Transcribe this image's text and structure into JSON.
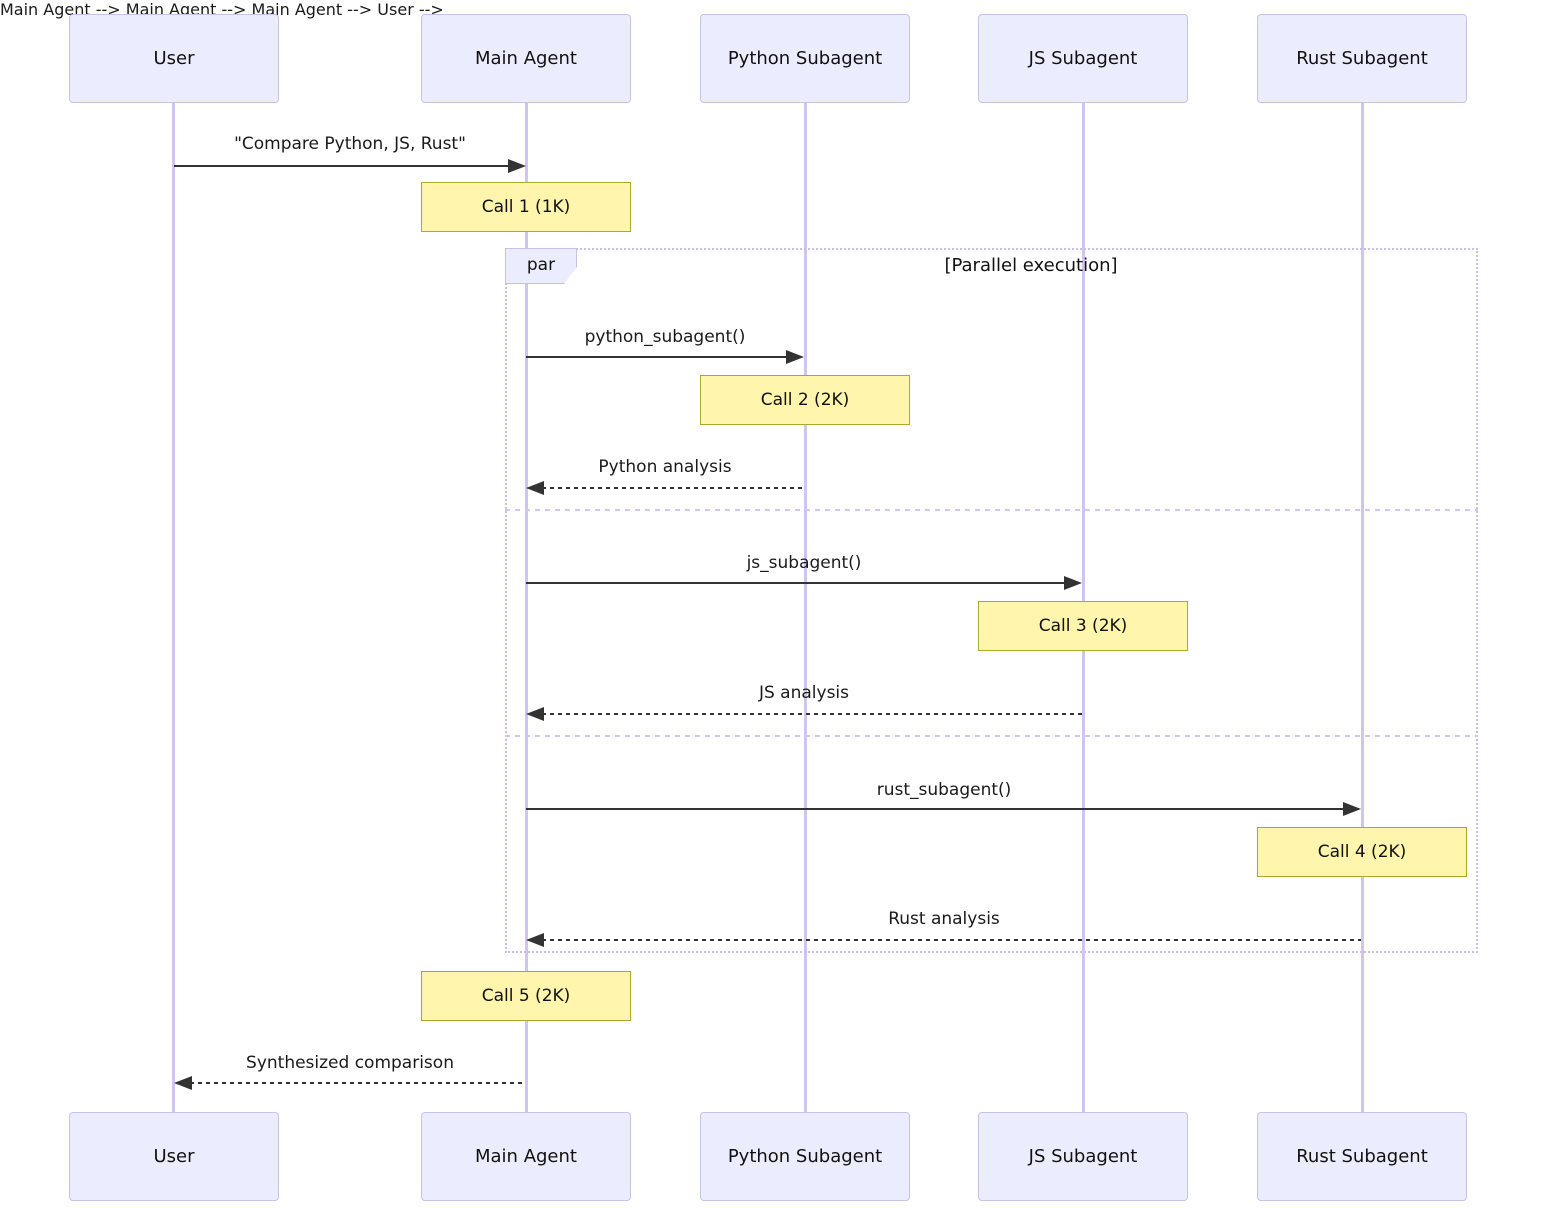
{
  "diagram": {
    "type": "sequence-diagram",
    "actors": [
      {
        "id": "user",
        "label": "User"
      },
      {
        "id": "main-agent",
        "label": "Main Agent"
      },
      {
        "id": "python-subagent",
        "label": "Python Subagent"
      },
      {
        "id": "js-subagent",
        "label": "JS Subagent"
      },
      {
        "id": "rust-subagent",
        "label": "Rust Subagent"
      }
    ],
    "par_block": {
      "label": "par",
      "title": "[Parallel execution]"
    },
    "messages": [
      {
        "from": "User",
        "to": "Main Agent",
        "label": "\"Compare Python, JS, Rust\"",
        "style": "solid"
      },
      {
        "from": "Main Agent",
        "to": "Python Subagent",
        "label": "python_subagent()",
        "style": "solid"
      },
      {
        "from": "Python Subagent",
        "to": "Main Agent",
        "label": "Python analysis",
        "style": "dashed"
      },
      {
        "from": "Main Agent",
        "to": "JS Subagent",
        "label": "js_subagent()",
        "style": "solid"
      },
      {
        "from": "JS Subagent",
        "to": "Main Agent",
        "label": "JS analysis",
        "style": "dashed"
      },
      {
        "from": "Main Agent",
        "to": "Rust Subagent",
        "label": "rust_subagent()",
        "style": "solid"
      },
      {
        "from": "Rust Subagent",
        "to": "Main Agent",
        "label": "Rust analysis",
        "style": "dashed"
      },
      {
        "from": "Main Agent",
        "to": "User",
        "label": "Synthesized comparison",
        "style": "dashed"
      }
    ],
    "notes": [
      {
        "label": "Call 1 (1K)",
        "over": "Main Agent"
      },
      {
        "label": "Call 2 (2K)",
        "over": "Python Subagent"
      },
      {
        "label": "Call 3 (2K)",
        "over": "JS Subagent"
      },
      {
        "label": "Call 4 (2K)",
        "over": "Rust Subagent"
      },
      {
        "label": "Call 5 (2K)",
        "over": "Main Agent"
      }
    ],
    "colors": {
      "actor_fill": "#ECECFF",
      "actor_border": "#c6c3e6",
      "lifeline": "#cfc6ee",
      "note_fill": "#fff5ad",
      "note_border": "#aaaa33",
      "frame_border": "#c9bfe8",
      "arrow": "#333333",
      "background": "#ffffff"
    }
  }
}
